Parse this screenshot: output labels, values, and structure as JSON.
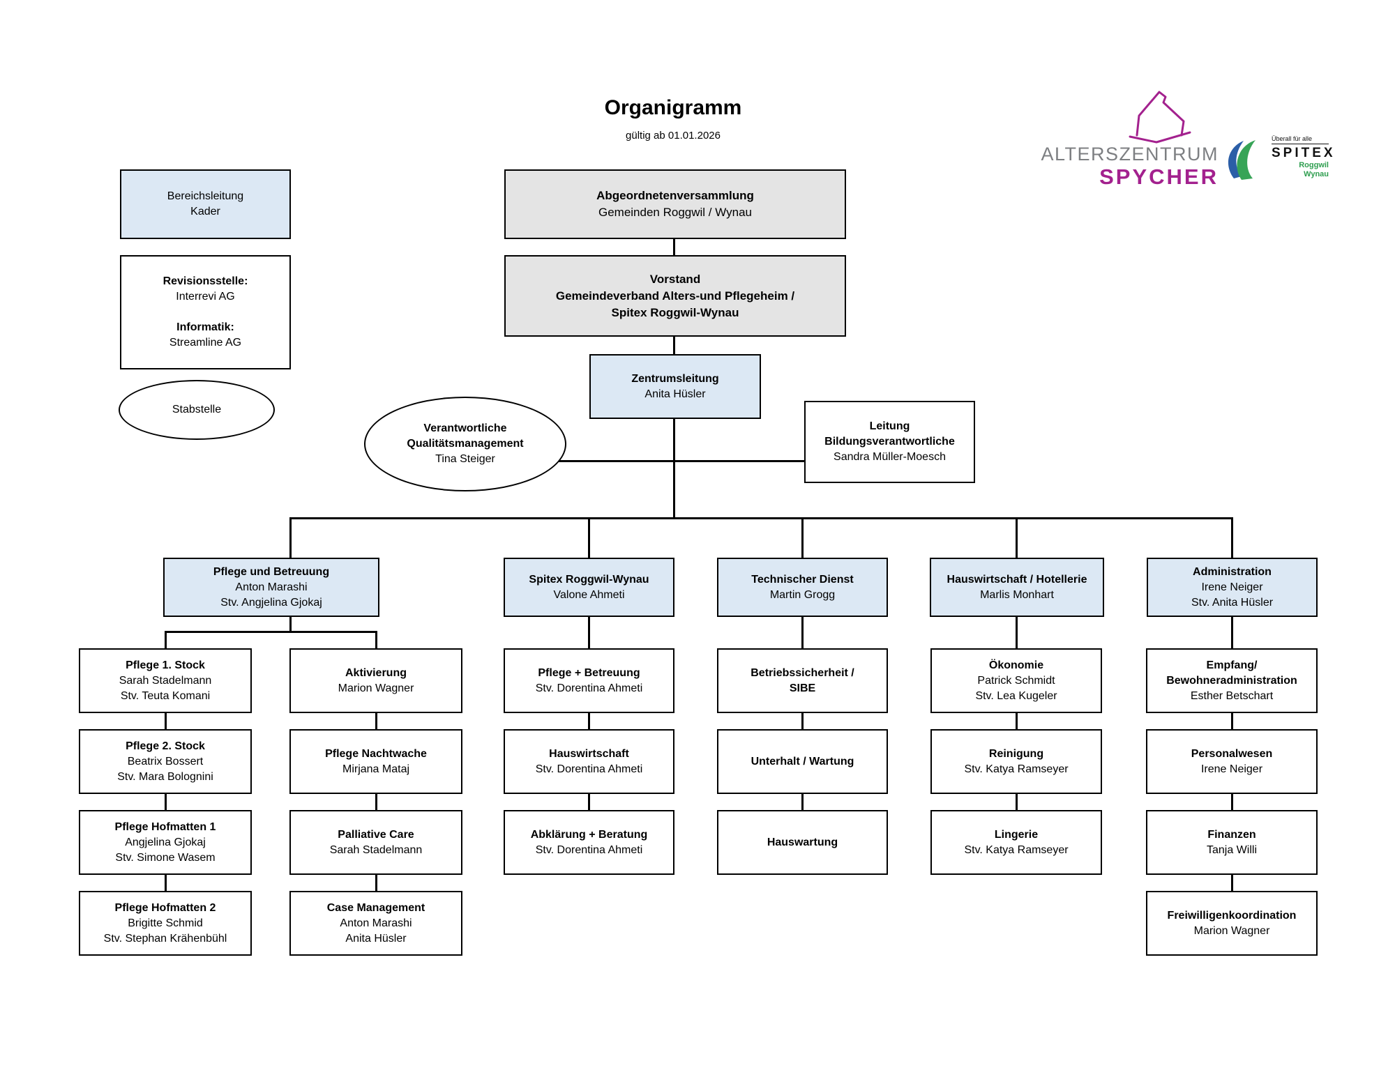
{
  "title": "Organigramm",
  "subtitle": "gültig ab 01.01.2026",
  "logo": {
    "name_top": "ALTERSZENTRUM",
    "name_bottom": "SPYCHER",
    "spitex_tagline": "Überall für alle",
    "spitex_name": "SPITEX",
    "spitex_place1": "Roggwil",
    "spitex_place2": "Wynau"
  },
  "legend": {
    "kader": {
      "l1": "Bereichsleitung",
      "l2": "Kader"
    },
    "extern": {
      "l1": "Revisionsstelle:",
      "l2": "Interrevi AG",
      "l3": "Informatik:",
      "l4": "Streamline AG"
    },
    "stabstelle": "Stabstelle"
  },
  "nodes": {
    "assembly": {
      "l1": "Abgeordnetenversammlung",
      "l2": "Gemeinden Roggwil / Wynau"
    },
    "vorstand": {
      "l1": "Vorstand",
      "l2": "Gemeindeverband Alters-und Pflegeheim /",
      "l3": "Spitex Roggwil-Wynau"
    },
    "zentrumsleitung": {
      "l1": "Zentrumsleitung",
      "l2": "Anita Hüsler"
    },
    "qm": {
      "l1": "Verantwortliche",
      "l2": "Qualitätsmanagement",
      "l3": "Tina Steiger"
    },
    "bildung": {
      "l1": "Leitung",
      "l2": "Bildungsverantwortliche",
      "l3": "Sandra Müller-Moesch"
    },
    "pflege": {
      "l1": "Pflege und Betreuung",
      "l2": "Anton Marashi",
      "l3": "Stv. Angjelina Gjokaj"
    },
    "spitex": {
      "l1": "Spitex Roggwil-Wynau",
      "l2": "Valone Ahmeti"
    },
    "technik": {
      "l1": "Technischer Dienst",
      "l2": "Martin Grogg"
    },
    "hauswirtschaft": {
      "l1": "Hauswirtschaft / Hotellerie",
      "l2": "Marlis Monhart"
    },
    "administration": {
      "l1": "Administration",
      "l2": "Irene Neiger",
      "l3": "Stv. Anita Hüsler"
    },
    "pflege1stock": {
      "l1": "Pflege 1. Stock",
      "l2": "Sarah Stadelmann",
      "l3": "Stv. Teuta Komani"
    },
    "pflege2stock": {
      "l1": "Pflege 2. Stock",
      "l2": "Beatrix Bossert",
      "l3": "Stv. Mara Bolognini"
    },
    "hofmatten1": {
      "l1": "Pflege Hofmatten 1",
      "l2": "Angjelina Gjokaj",
      "l3": "Stv. Simone Wasem"
    },
    "hofmatten2": {
      "l1": "Pflege Hofmatten 2",
      "l2": "Brigitte Schmid",
      "l3": "Stv. Stephan Krähenbühl"
    },
    "aktivierung": {
      "l1": "Aktivierung",
      "l2": "Marion Wagner"
    },
    "nachtwache": {
      "l1": "Pflege Nachtwache",
      "l2": "Mirjana Mataj"
    },
    "palliative": {
      "l1": "Palliative Care",
      "l2": "Sarah Stadelmann"
    },
    "case_mgmt": {
      "l1": "Case Management",
      "l2": "Anton Marashi",
      "l3": "Anita Hüsler"
    },
    "sx_pflege": {
      "l1": "Pflege + Betreuung",
      "l2": "Stv. Dorentina Ahmeti"
    },
    "sx_hauswirtschaft": {
      "l1": "Hauswirtschaft",
      "l2": "Stv. Dorentina Ahmeti"
    },
    "sx_abklaerung": {
      "l1": "Abklärung + Beratung",
      "l2": "Stv. Dorentina Ahmeti"
    },
    "td_sibe": {
      "l1": "Betriebssicherheit /",
      "l2": "SIBE"
    },
    "td_unterhalt": {
      "l1": "Unterhalt / Wartung"
    },
    "td_hauswartung": {
      "l1": "Hauswartung"
    },
    "hw_oekonomie": {
      "l1": "Ökonomie",
      "l2": "Patrick Schmidt",
      "l3": "Stv. Lea Kugeler"
    },
    "hw_reinigung": {
      "l1": "Reinigung",
      "l2": "Stv. Katya Ramseyer"
    },
    "hw_lingerie": {
      "l1": "Lingerie",
      "l2": "Stv. Katya Ramseyer"
    },
    "ad_empfang": {
      "l1": "Empfang/",
      "l2": "Bewohneradministration",
      "l3": "Esther Betschart"
    },
    "ad_personal": {
      "l1": "Personalwesen",
      "l2": "Irene Neiger"
    },
    "ad_finanzen": {
      "l1": "Finanzen",
      "l2": "Tanja Willi"
    },
    "ad_freiwillige": {
      "l1": "Freiwilligenkoordination",
      "l2": "Marion Wagner"
    }
  },
  "colors": {
    "box_blue": "#dce8f4",
    "box_gray": "#e4e4e4",
    "line_black": "#000000",
    "spycher_purple": "#a3218e",
    "alterszentrum_gray": "#7d7f82",
    "spitex_blue": "#2b5ea7",
    "spitex_green": "#37a457"
  }
}
